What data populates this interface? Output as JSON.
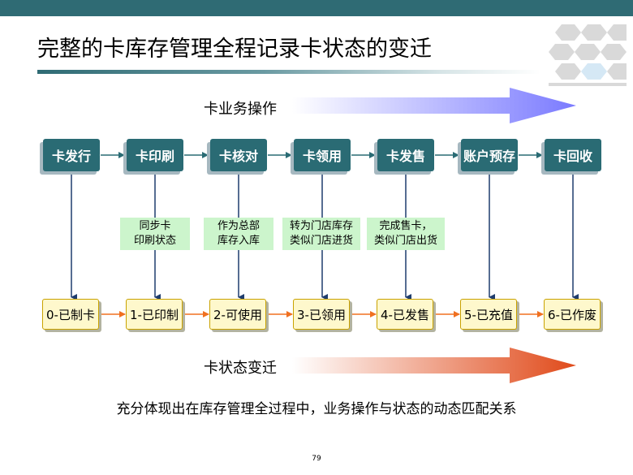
{
  "title": "完整的卡库存管理全程记录卡状态的变迁",
  "top_arrow_label": "卡业务操作",
  "bottom_arrow_label": "卡状态变迁",
  "operations": [
    {
      "label": "卡发行"
    },
    {
      "label": "卡印刷"
    },
    {
      "label": "卡核对"
    },
    {
      "label": "卡领用"
    },
    {
      "label": "卡发售"
    },
    {
      "label": "账户预存"
    },
    {
      "label": "卡回收"
    }
  ],
  "notes": [
    {
      "text": "同步卡\n印刷状态"
    },
    {
      "text": "作为总部\n库存入库"
    },
    {
      "text": "转为门店库存\n类似门店进货"
    },
    {
      "text": "完成售卡，\n类似门店出货"
    }
  ],
  "states": [
    {
      "label": "0-已制卡"
    },
    {
      "label": "1-已印制"
    },
    {
      "label": "2-可使用"
    },
    {
      "label": "3-已领用"
    },
    {
      "label": "4-已发售"
    },
    {
      "label": "5-已充值"
    },
    {
      "label": "6-已作废"
    }
  ],
  "summary": "充分体现出在库存管理全过程中，业务操作与状态的动态匹配关系",
  "page_number": "79",
  "colors": {
    "top_bar": "#2f6b74",
    "operation_box": "#2a6b74",
    "note_box": "#ccf5cc",
    "state_box": "#fef8cc",
    "top_arrow": "#8080ff",
    "bottom_arrow": "#e05020",
    "connector_down": "#1f3d6e",
    "connector_right": "#f07020"
  }
}
